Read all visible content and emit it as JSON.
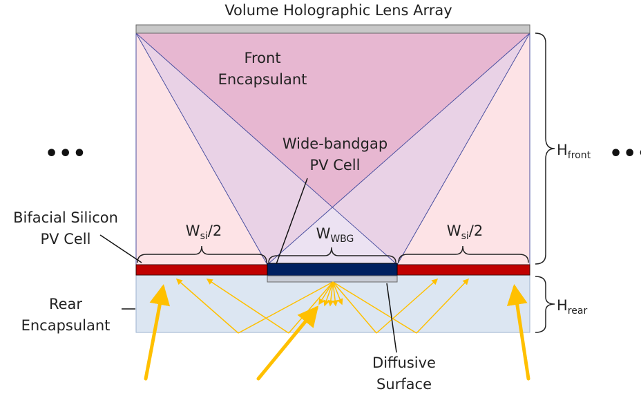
{
  "title": "Volume Holographic Lens Array",
  "labels": {
    "front_encapsulant_1": "Front",
    "front_encapsulant_2": "Encapsulant",
    "wbg_cell_1": "Wide-bandgap",
    "wbg_cell_2": "PV Cell",
    "bifacial_1": "Bifacial Silicon",
    "bifacial_2": "PV Cell",
    "rear_encapsulant_1": "Rear",
    "rear_encapsulant_2": "Encapsulant",
    "diffusive_1": "Diffusive",
    "diffusive_2": "Surface",
    "wsi_left_main": "W",
    "wsi_left_sub": "si",
    "wsi_left_tail": "/2",
    "wsi_right_main": "W",
    "wsi_right_sub": "si",
    "wsi_right_tail": "/2",
    "wwbg_main": "W",
    "wwbg_sub": "WBG",
    "hfront_main": "H",
    "hfront_sub": "front",
    "hrear_main": "H",
    "hrear_sub": "rear",
    "ellipsis_left": "•••",
    "ellipsis_right": "•••"
  },
  "colors": {
    "front_bg": "#fde3e6",
    "front_triangle": "#e6b4d0",
    "side_cones": "#e7cfe5",
    "rear_bg": "#dce6f2",
    "si_cell": "#c00000",
    "wbg_cell": "#002060",
    "top_plate": "#c8c8c8",
    "ray_lines": "#4a4fa0",
    "arrows": "#ffc000"
  }
}
